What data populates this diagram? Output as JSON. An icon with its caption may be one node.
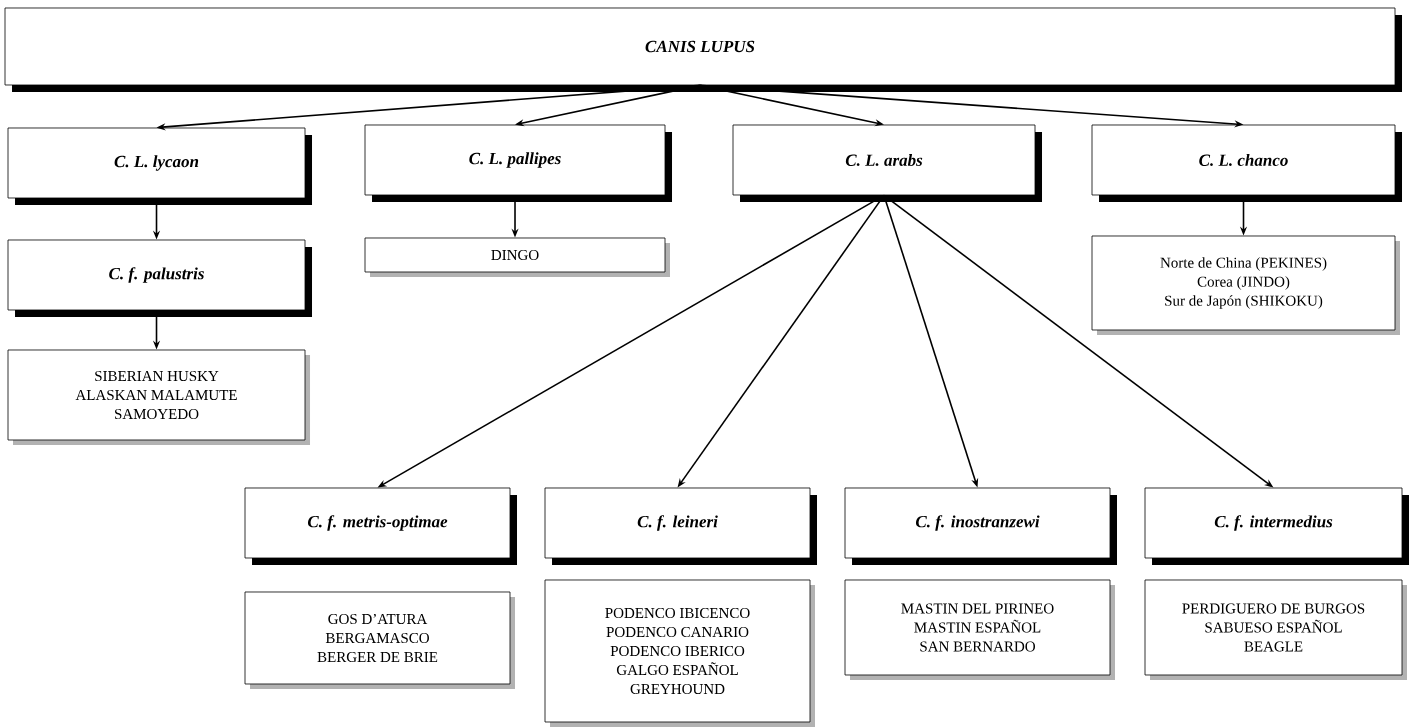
{
  "diagram": {
    "nodes": [
      {
        "text": [
          "CANIS LUPUS"
        ]
      },
      {
        "text": [
          "C. L. lycaon"
        ]
      },
      {
        "text": [
          "C. L. pallipes"
        ]
      },
      {
        "text": [
          "C. L. arabs"
        ]
      },
      {
        "text": [
          "C. L. chanco"
        ]
      },
      {
        "text": [
          "C. f. palustris"
        ]
      },
      {
        "text": [
          "DINGO"
        ]
      },
      {
        "text": [
          "Norte de China (PEKINES)",
          "Corea (JINDO)",
          "Sur de Japón (SHIKOKU)"
        ]
      },
      {
        "text": [
          "SIBERIAN HUSKY",
          "ALASKAN MALAMUTE",
          "SAMOYEDO"
        ]
      },
      {
        "text": [
          "C. f. metris-optimae"
        ]
      },
      {
        "text": [
          "C. f. leineri"
        ]
      },
      {
        "text": [
          "C. f. inostranzewi"
        ]
      },
      {
        "text": [
          "C. f. intermedius"
        ]
      },
      {
        "text": [
          "GOS D’ATURA",
          "BERGAMASCO",
          "BERGER DE BRIE"
        ]
      },
      {
        "text": [
          "PODENCO IBICENCO",
          "PODENCO CANARIO",
          "PODENCO IBERICO",
          "GALGO ESPAÑOL",
          "GREYHOUND"
        ]
      },
      {
        "text": [
          "MASTIN DEL PIRINEO",
          "MASTIN ESPAÑOL",
          "SAN BERNARDO"
        ]
      },
      {
        "text": [
          "PERDIGUERO DE BURGOS",
          "SABUESO ESPAÑOL",
          "BEAGLE"
        ]
      }
    ],
    "edges": [
      {
        "from": 0,
        "to": 1,
        "arrow": "to"
      },
      {
        "from": 0,
        "to": 2,
        "arrow": "to"
      },
      {
        "from": 0,
        "to": 3,
        "arrow": "to"
      },
      {
        "from": 0,
        "to": 4,
        "arrow": "to"
      },
      {
        "from": 1,
        "to": 5,
        "arrow": "to"
      },
      {
        "from": 2,
        "to": 6,
        "arrow": "to"
      },
      {
        "from": 4,
        "to": 7,
        "arrow": "to"
      },
      {
        "from": 5,
        "to": 8,
        "arrow": "to"
      },
      {
        "from": 3,
        "to": 9,
        "arrow": "to"
      },
      {
        "from": 3,
        "to": 10,
        "arrow": "to"
      },
      {
        "from": 3,
        "to": 11,
        "arrow": "to"
      },
      {
        "from": 3,
        "to": 12,
        "arrow": "to"
      }
    ]
  }
}
